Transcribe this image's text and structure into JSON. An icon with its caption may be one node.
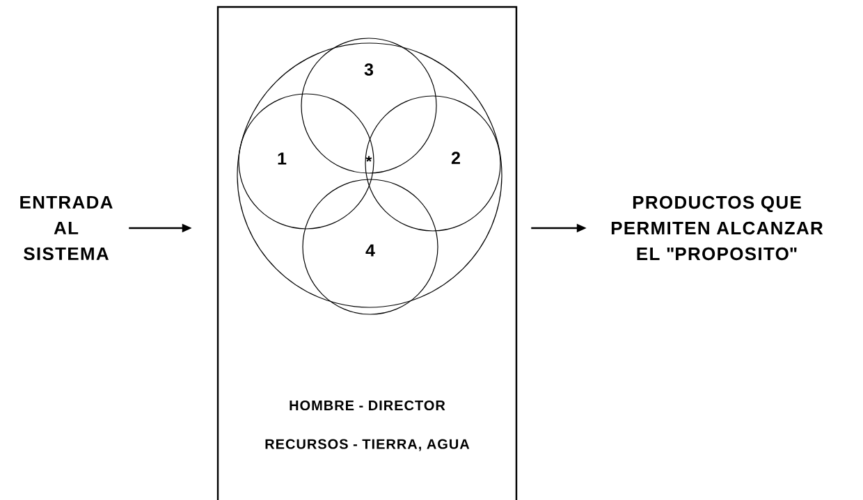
{
  "diagram": {
    "nodes": [
      {
        "text": [
          "ENTRADA AL SISTEMA"
        ]
      },
      {
        "text": [
          "HOMBRE - DIRECTOR",
          "RECURSOS - TIERRA, AGUA"
        ]
      },
      {
        "text": [],
        "shape": "circle",
        "in": 1
      },
      {
        "text": [
          "3"
        ],
        "in": 2
      },
      {
        "text": [
          "1"
        ],
        "in": 2
      },
      {
        "text": [
          "2"
        ],
        "in": 2
      },
      {
        "text": [
          "4"
        ],
        "in": 2
      },
      {
        "text": [
          "PRODUCTOS QUE PERMITEN ALCANZAR EL \"PROPOSITO\""
        ]
      }
    ],
    "edges": [
      {
        "from": 0,
        "to": 1,
        "arrow": "to"
      },
      {
        "from": 1,
        "to": 7,
        "arrow": "to"
      }
    ],
    "labels": [
      "*"
    ]
  }
}
